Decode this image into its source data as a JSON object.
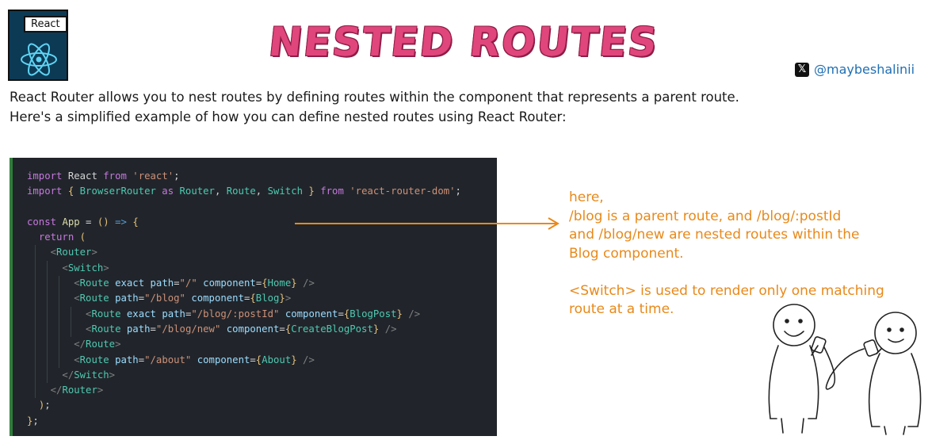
{
  "logo": {
    "label": "React"
  },
  "title": "NESTED ROUTES",
  "handle": {
    "icon": "x-logo-icon",
    "text": "@maybeshalinii"
  },
  "intro": {
    "lines": [
      "React Router allows you to nest routes by defining routes within the component that represents a parent route.",
      "Here's a simplified example of how you can define nested routes using React Router:"
    ]
  },
  "code": {
    "lines": [
      "import React from 'react';",
      "import { BrowserRouter as Router, Route, Switch } from 'react-router-dom';",
      "",
      "const App = () => {",
      "  return (",
      "    <Router>",
      "      <Switch>",
      "        <Route exact path=\"/\" component={Home} />",
      "        <Route path=\"/blog\" component={Blog}>",
      "          <Route exact path=\"/blog/:postId\" component={BlogPost} />",
      "          <Route path=\"/blog/new\" component={CreateBlogPost} />",
      "        </Route>",
      "        <Route path=\"/about\" component={About} />",
      "      </Switch>",
      "    </Router>",
      "  );",
      "};"
    ]
  },
  "note": {
    "lines": [
      "here,",
      "/blog is a parent route, and /blog/:postId",
      "and /blog/new are nested routes within the",
      "Blog component.",
      "",
      "<Switch> is used to render only one matching",
      "route at a time."
    ]
  },
  "colors": {
    "title": "#e0467b",
    "note": "#e8891a",
    "handle": "#1f6fb5",
    "code_bg": "#21252b"
  }
}
